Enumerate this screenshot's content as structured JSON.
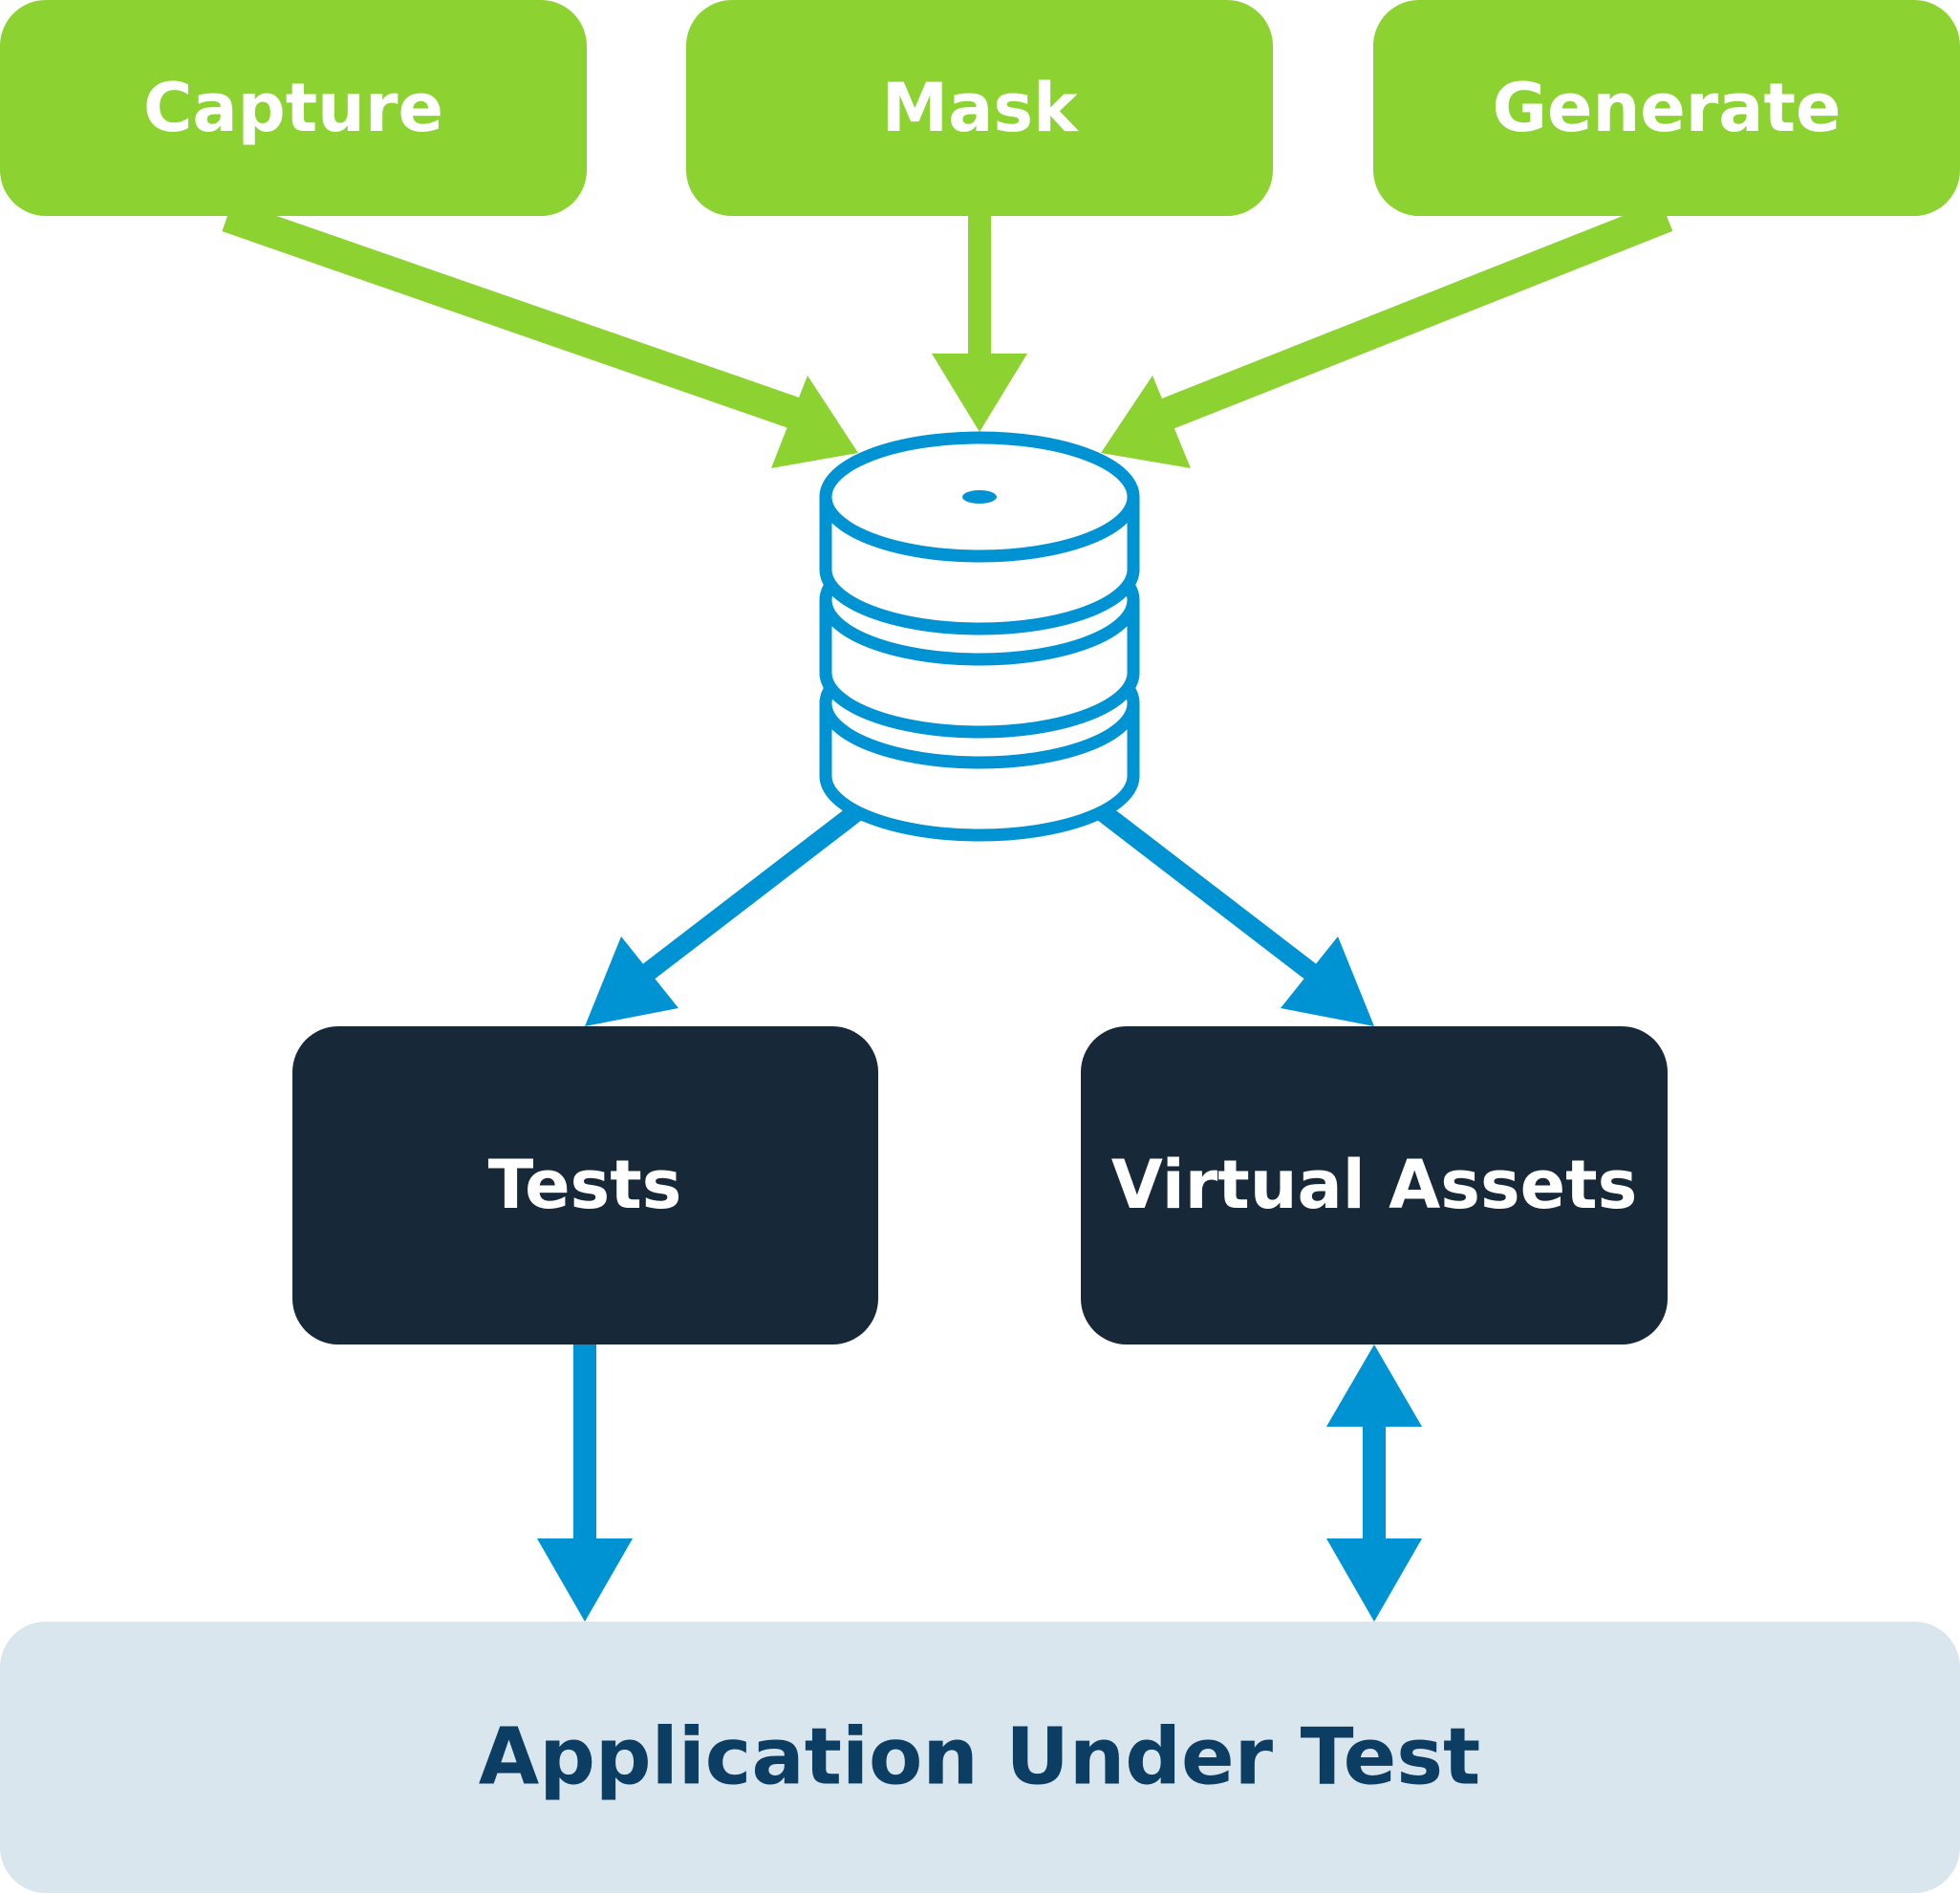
{
  "colors": {
    "source_box": "#8cd332",
    "source_arrow": "#8cd332",
    "output_box": "#172839",
    "flow_arrow": "#0093d3",
    "database_stroke": "#0093d3",
    "target_box": "#d9e6ee",
    "target_text": "#0c3d63"
  },
  "sources": [
    {
      "id": "capture",
      "label": "Capture"
    },
    {
      "id": "mask",
      "label": "Mask"
    },
    {
      "id": "generate",
      "label": "Generate"
    }
  ],
  "hub": {
    "icon": "database-icon"
  },
  "outputs": [
    {
      "id": "tests",
      "label": "Tests"
    },
    {
      "id": "virtual-assets",
      "label": "Virtual Assets"
    }
  ],
  "target": {
    "label": "Application Under Test"
  },
  "edges": [
    {
      "from": "capture",
      "to": "database",
      "direction": "forward"
    },
    {
      "from": "mask",
      "to": "database",
      "direction": "forward"
    },
    {
      "from": "generate",
      "to": "database",
      "direction": "forward"
    },
    {
      "from": "database",
      "to": "tests",
      "direction": "forward"
    },
    {
      "from": "database",
      "to": "virtual-assets",
      "direction": "forward"
    },
    {
      "from": "tests",
      "to": "application-under-test",
      "direction": "forward"
    },
    {
      "from": "virtual-assets",
      "to": "application-under-test",
      "direction": "both"
    }
  ]
}
